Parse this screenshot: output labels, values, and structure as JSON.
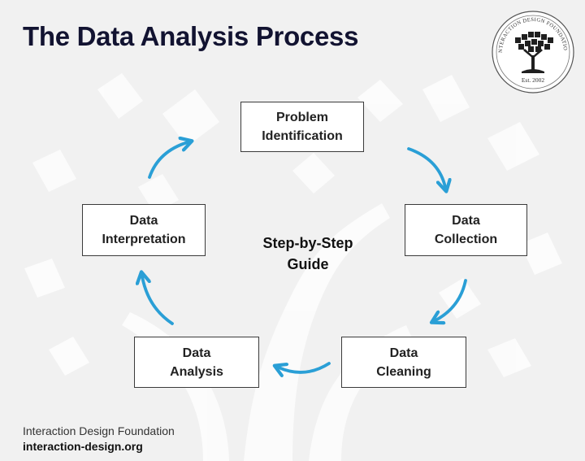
{
  "title": "The Data Analysis Process",
  "seal": {
    "text": "INTERACTION DESIGN FOUNDATION",
    "established": "Est. 2002"
  },
  "steps": [
    {
      "id": "problem-identification",
      "label": "Problem\nIdentification"
    },
    {
      "id": "data-collection",
      "label": "Data\nCollection"
    },
    {
      "id": "data-cleaning",
      "label": "Data\nCleaning"
    },
    {
      "id": "data-analysis",
      "label": "Data\nAnalysis"
    },
    {
      "id": "data-interpretation",
      "label": "Data\nInterpretation"
    }
  ],
  "center_label": "Step-by-Step\nGuide",
  "footer": {
    "organization": "Interaction Design Foundation",
    "url": "interaction-design.org"
  },
  "colors": {
    "title": "#121331",
    "arrow": "#2a9fd6",
    "background": "#f1f1f1",
    "box_border": "#3b3b3b"
  },
  "icons": [
    "tree-logo-icon",
    "cycle-arrow-icon"
  ]
}
